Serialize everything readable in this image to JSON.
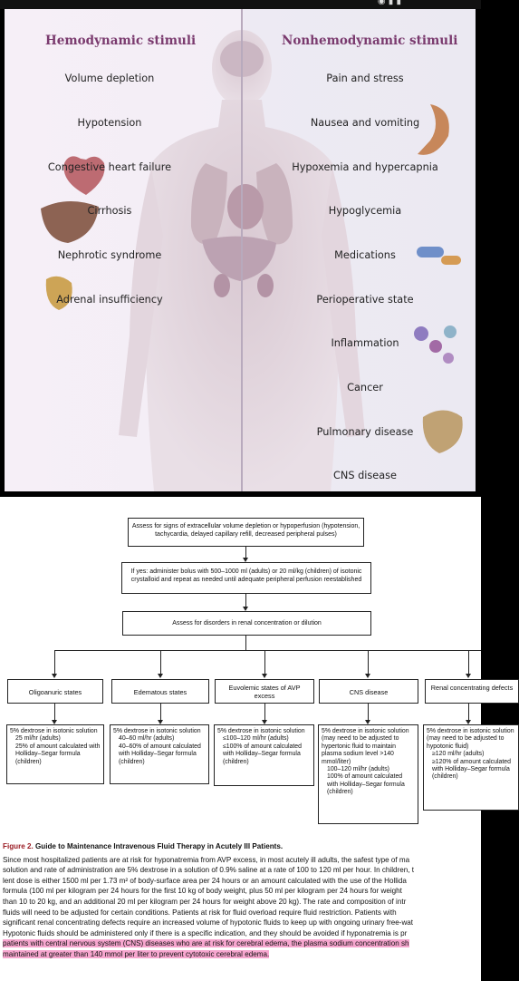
{
  "status_bar": {
    "time": "",
    "icons": "◉ ▮ ▮"
  },
  "illustration": {
    "left_title": "Hemodynamic stimuli",
    "right_title": "Nonhemodynamic stimuli",
    "hemodynamic": [
      "Volume depletion",
      "Hypotension",
      "Congestive heart failure",
      "Cirrhosis",
      "Nephrotic syndrome",
      "Adrenal insufficiency"
    ],
    "nonhemodynamic": [
      "Pain and stress",
      "Nausea and vomiting",
      "Hypoxemia and hypercapnia",
      "Hypoglycemia",
      "Medications",
      "Perioperative state",
      "Inflammation",
      "Cancer",
      "Pulmonary disease",
      "CNS disease"
    ],
    "colors": {
      "title": "#7a3a6e",
      "left_bg": "#f6eff7",
      "right_bg": "#ebe9f2"
    }
  },
  "flowchart": {
    "step1": "Assess for signs of extracellular volume depletion or hypoperfusion (hypotension, tachycardia, delayed capillary refill, decreased peripheral pulses)",
    "step2": "If yes: administer bolus with 500–1000 ml (adults) or 20 ml/kg (children) of isotonic crystalloid and repeat as needed until adequate peripheral perfusion reestablished",
    "step3": "Assess for disorders in renal concentration or dilution",
    "states": [
      "Oligoanuric states",
      "Edematous states",
      "Euvolemic states of AVP excess",
      "CNS disease",
      "Renal concentrating defects"
    ],
    "treatments": [
      [
        "5% dextrose in isotonic solution",
        "25 ml/hr (adults)",
        "25% of amount calculated with Holliday–Segar formula (children)"
      ],
      [
        "5% dextrose in isotonic solution",
        "40–60 ml/hr (adults)",
        "40–60% of amount calculated with Holliday–Segar formula (children)"
      ],
      [
        "5% dextrose in isotonic solution",
        "≤100–120 ml/hr (adults)",
        "≤100% of amount calculated with Holliday–Segar formula (children)"
      ],
      [
        "5% dextrose in isotonic solution (may need to be adjusted to hypertonic fluid to maintain plasma sodium level >140 mmol/liter)",
        "100–120 ml/hr (adults)",
        "100% of amount calculated with Holliday–Segar formula (children)"
      ],
      [
        "5% dextrose in isotonic solution (may need to be adjusted to hypotonic fluid)",
        "≥120 ml/hr (adults)",
        "≥120% of amount calculated with Holliday–Segar formula (children)"
      ]
    ]
  },
  "caption": {
    "figure_label": "Figure 2.",
    "figure_title": "Guide to Maintenance Intravenous Fluid Therapy in Acutely Ill Patients.",
    "lines": [
      "Since most hospitalized patients are at risk for hyponatremia from AVP excess, in most acutely ill adults, the safest type of ma",
      "solution and rate of administration are 5% dextrose in a solution of 0.9% saline at a rate of 100 to 120 ml per hour. In children, t",
      "lent dose is either 1500 ml per 1.73 m² of body-surface area per 24 hours or an amount calculated with the use of the Hollida",
      "formula (100 ml per kilogram per 24 hours for the first 10 kg of body weight, plus 50 ml per kilogram per 24 hours for weight",
      "than 10 to 20 kg, and an additional 20 ml per kilogram per 24 hours for weight above 20 kg). The rate and composition of intr",
      "fluids will need to be adjusted for certain conditions. Patients at risk for fluid overload require fluid restriction. Patients with",
      "significant renal concentrating defects require an increased volume of hypotonic fluids to keep up with ongoing urinary free-wat",
      "Hypotonic fluids should be administered only if there is a specific indication, and they should be avoided if hyponatremia is pr"
    ],
    "highlighted_lines": [
      "patients with central nervous system (CNS) diseases who are at risk for cerebral edema, the plasma sodium concentration sh",
      "maintained at greater than 140 mmol per liter to prevent cytotoxic cerebral edema."
    ],
    "highlight_color": "#f7a6cf",
    "title_color": "#9b1c24"
  }
}
